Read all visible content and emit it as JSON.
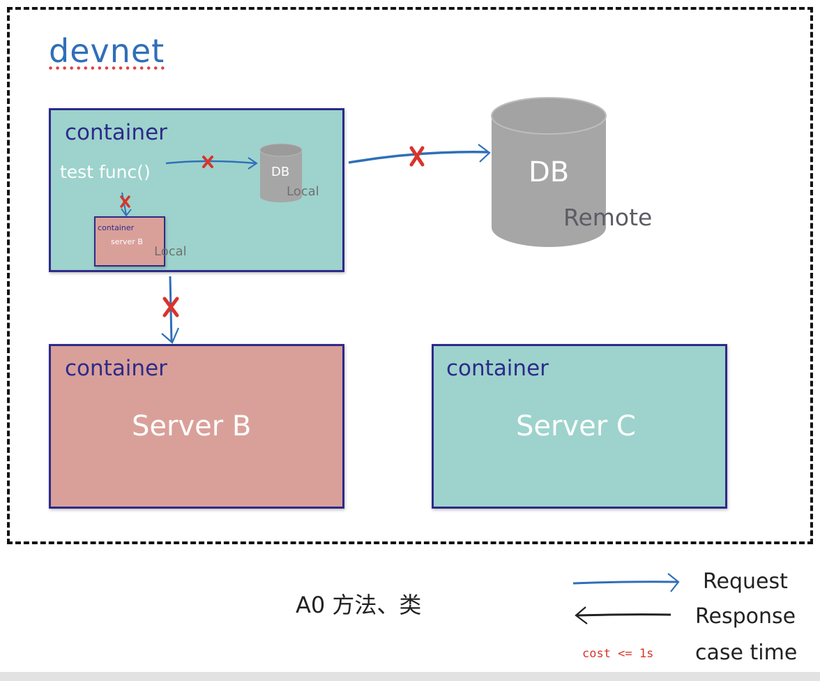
{
  "title": "devnet",
  "main_container": {
    "label": "container",
    "caller": "test func()",
    "local_db": {
      "label": "DB",
      "tag": "Local"
    },
    "nested_container": {
      "label": "container",
      "name": "server B",
      "tag": "Local"
    }
  },
  "remote_db": {
    "label": "DB",
    "tag": "Remote"
  },
  "server_b_container": {
    "label": "container",
    "name": "Server B"
  },
  "server_c_container": {
    "label": "container",
    "name": "Server C"
  },
  "caption": "A0 方法、类",
  "legend": {
    "request": "Request",
    "response": "Response",
    "cost": "cost <= 1s",
    "case_time": "case time"
  },
  "colors": {
    "request_arrow": "#2f6fb8",
    "response_arrow": "#222222",
    "blocked_mark": "#d9342b",
    "container_teal": "#9dd3cc",
    "container_pink": "#d9a099",
    "container_border": "#2e2a8a",
    "db_gray": "#a6a6a6",
    "cost_text": "#d9342b"
  }
}
